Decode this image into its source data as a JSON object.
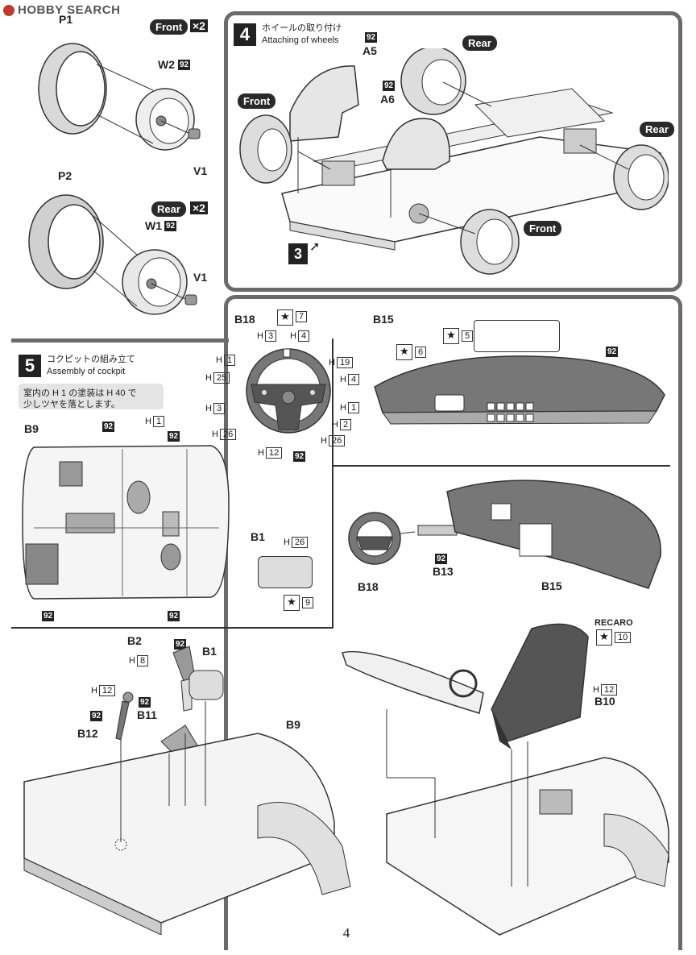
{
  "watermark": "HOBBY SEARCH",
  "page_number": "4",
  "wheels": {
    "p1": "P1",
    "w2": "W2",
    "w2_paint": "92",
    "v1a": "V1",
    "front_badge": "Front",
    "front_mult": "×2",
    "p2": "P2",
    "w1": "W1",
    "w1_paint": "92",
    "v1b": "V1",
    "rear_badge": "Rear",
    "rear_mult": "×2"
  },
  "step4": {
    "number": "4",
    "title_jp": "ホイールの取り付け",
    "title_en": "Attaching of wheels",
    "a5_paint": "92",
    "a5": "A5",
    "a6_paint": "92",
    "a6": "A6",
    "rear_top": "Rear",
    "front_left": "Front",
    "rear_right": "Rear",
    "front_bottom": "Front",
    "ref_step": "3"
  },
  "step5": {
    "number": "5",
    "title_jp": "コクピットの組み立て",
    "title_en": "Assembly of cockpit",
    "note_line1": "室内の H 1 の塗装は H 40 で",
    "note_line2": "少しツヤを落とします。",
    "b9": "B9",
    "b9_paint_top": "92",
    "b9_h": "H",
    "b9_h_val": "1",
    "b9_paint_right": "92",
    "b9_paint_bl": "92",
    "b9_paint_br": "92",
    "b18": "B18",
    "b18_star": "7",
    "h_labels": [
      {
        "h": "H",
        "v": "3"
      },
      {
        "h": "H",
        "v": "4"
      },
      {
        "h": "H",
        "v": "1"
      },
      {
        "h": "H",
        "v": "19"
      },
      {
        "h": "H",
        "v": "25"
      },
      {
        "h": "H",
        "v": "4"
      },
      {
        "h": "H",
        "v": "3"
      },
      {
        "h": "H",
        "v": "1"
      },
      {
        "h": "H",
        "v": "26"
      },
      {
        "h": "H",
        "v": "2"
      },
      {
        "h": "H",
        "v": "26"
      },
      {
        "h": "H",
        "v": "12"
      }
    ],
    "b18_paint": "92",
    "b15": "B15",
    "b15_star1": "5",
    "b15_star2": "6",
    "b15_paint": "92",
    "b1": "B1",
    "b1_h": "H",
    "b1_h_val": "26",
    "b1_star": "9",
    "b18b": "B18",
    "b13_paint": "92",
    "b13": "B13",
    "b15b": "B15",
    "recaro": "RECARO",
    "b10_star": "10",
    "b10_h": "H",
    "b10_h_val": "12",
    "b10": "B10",
    "b2": "B2",
    "b2_paint": "92",
    "b1c": "B1",
    "b2_h": "H",
    "b2_h_val": "8",
    "b12_h": "H",
    "b12_h_val": "12",
    "b12_paint2": "92",
    "b11": "B11",
    "b12_paint": "92",
    "b12": "B12",
    "b9b": "B9"
  }
}
